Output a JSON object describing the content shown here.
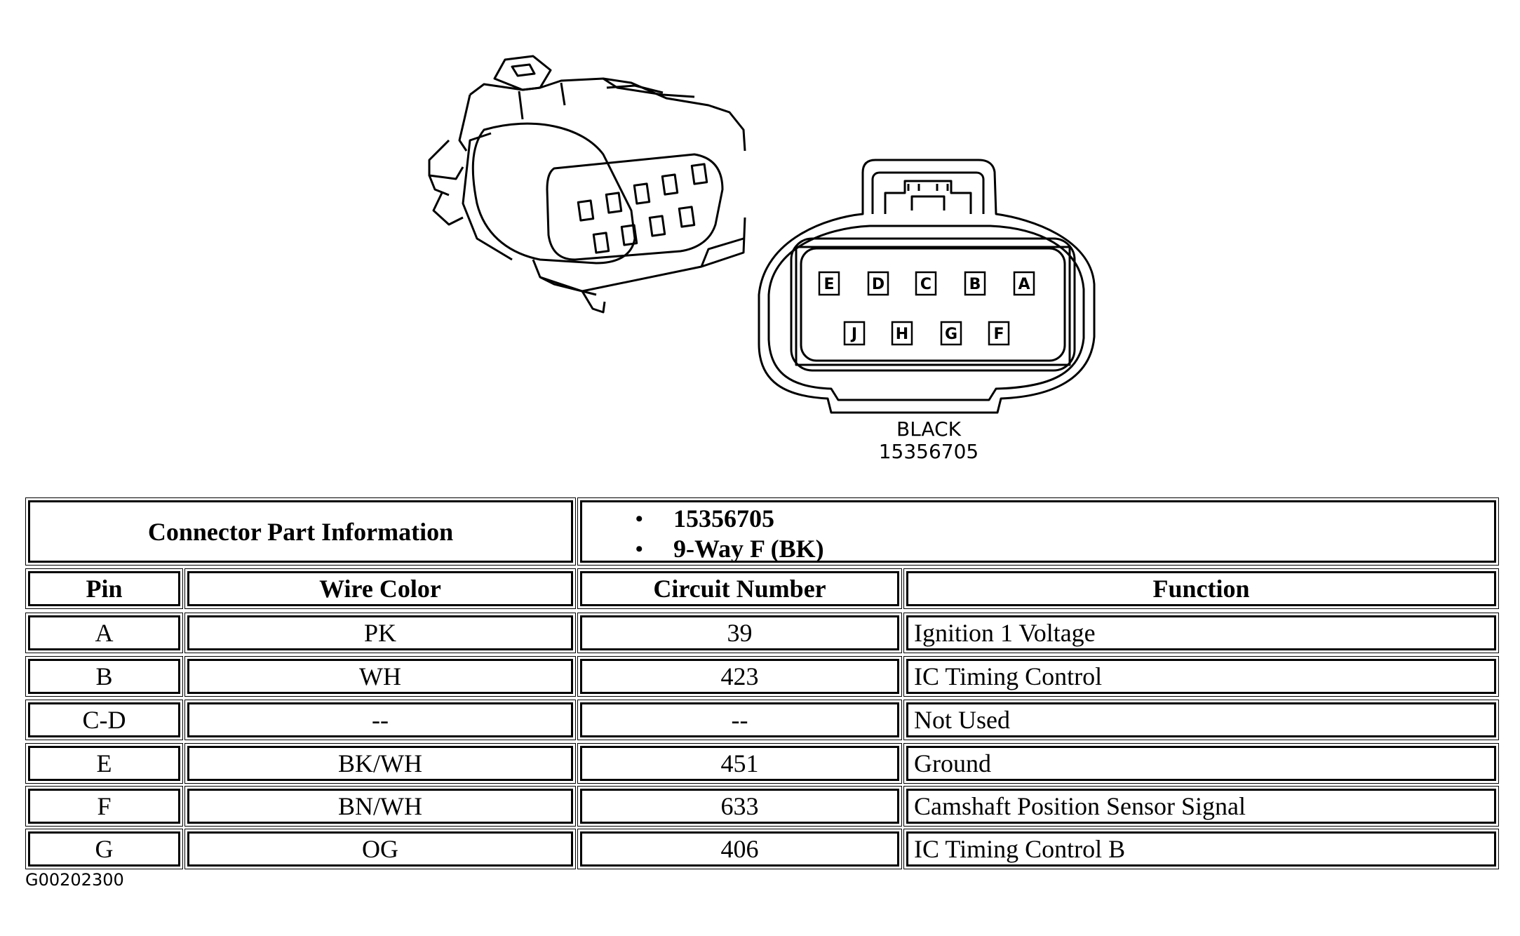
{
  "connector": {
    "color_label": "BLACK",
    "part_number_label": "15356705",
    "pins_top_row": [
      "E",
      "D",
      "C",
      "B",
      "A"
    ],
    "pins_bottom_row": [
      "J",
      "H",
      "G",
      "F"
    ]
  },
  "table": {
    "part_info_header": "Connector Part Information",
    "part_info_items": [
      "15356705",
      "9-Way F (BK)"
    ],
    "columns": [
      "Pin",
      "Wire Color",
      "Circuit Number",
      "Function"
    ],
    "rows": [
      {
        "pin": "A",
        "wire_color": "PK",
        "circuit": "39",
        "function": "Ignition 1 Voltage"
      },
      {
        "pin": "B",
        "wire_color": "WH",
        "circuit": "423",
        "function": "IC Timing Control"
      },
      {
        "pin": "C-D",
        "wire_color": "--",
        "circuit": "--",
        "function": "Not Used"
      },
      {
        "pin": "E",
        "wire_color": "BK/WH",
        "circuit": "451",
        "function": "Ground"
      },
      {
        "pin": "F",
        "wire_color": "BN/WH",
        "circuit": "633",
        "function": "Camshaft Position Sensor Signal"
      },
      {
        "pin": "G",
        "wire_color": "OG",
        "circuit": "406",
        "function": "IC Timing Control B"
      }
    ]
  },
  "figure_id": "G00202300"
}
